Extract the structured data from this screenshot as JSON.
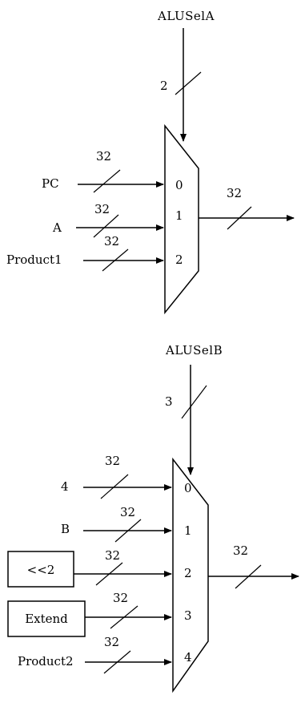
{
  "mux_a": {
    "select_label": "ALUSelA",
    "select_width": "2",
    "inputs": [
      {
        "name": "PC",
        "width": "32",
        "index": "0"
      },
      {
        "name": "A",
        "width": "32",
        "index": "1"
      },
      {
        "name": "Product1",
        "width": "32",
        "index": "2"
      }
    ],
    "output_width": "32"
  },
  "mux_b": {
    "select_label": "ALUSelB",
    "select_width": "3",
    "inputs": [
      {
        "name": "4",
        "width": "32",
        "index": "0"
      },
      {
        "name": "B",
        "width": "32",
        "index": "1"
      },
      {
        "name": "<<2",
        "width": "32",
        "index": "2"
      },
      {
        "name": "Extend",
        "width": "32",
        "index": "3"
      },
      {
        "name": "Product2",
        "width": "32",
        "index": "4"
      }
    ],
    "output_width": "32"
  }
}
